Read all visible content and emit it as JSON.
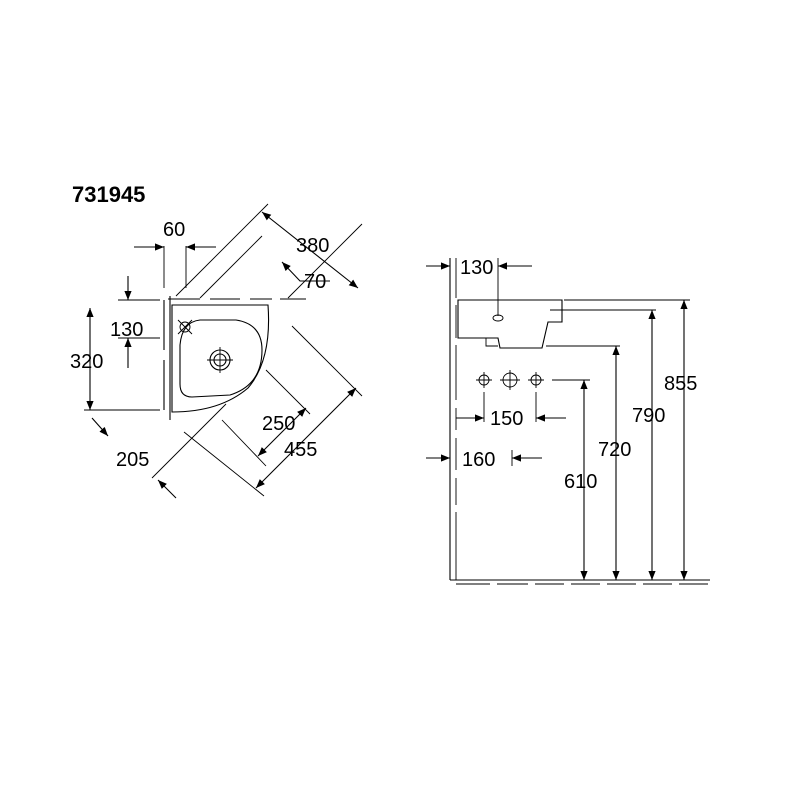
{
  "model": "731945",
  "top_view": {
    "dim_60": "60",
    "dim_380": "380",
    "dim_70": "70",
    "dim_130": "130",
    "dim_320": "320",
    "dim_250": "250",
    "dim_455": "455",
    "dim_205": "205"
  },
  "side_view": {
    "dim_130": "130",
    "dim_150": "150",
    "dim_160": "160",
    "dim_610": "610",
    "dim_720": "720",
    "dim_790": "790",
    "dim_855": "855"
  }
}
